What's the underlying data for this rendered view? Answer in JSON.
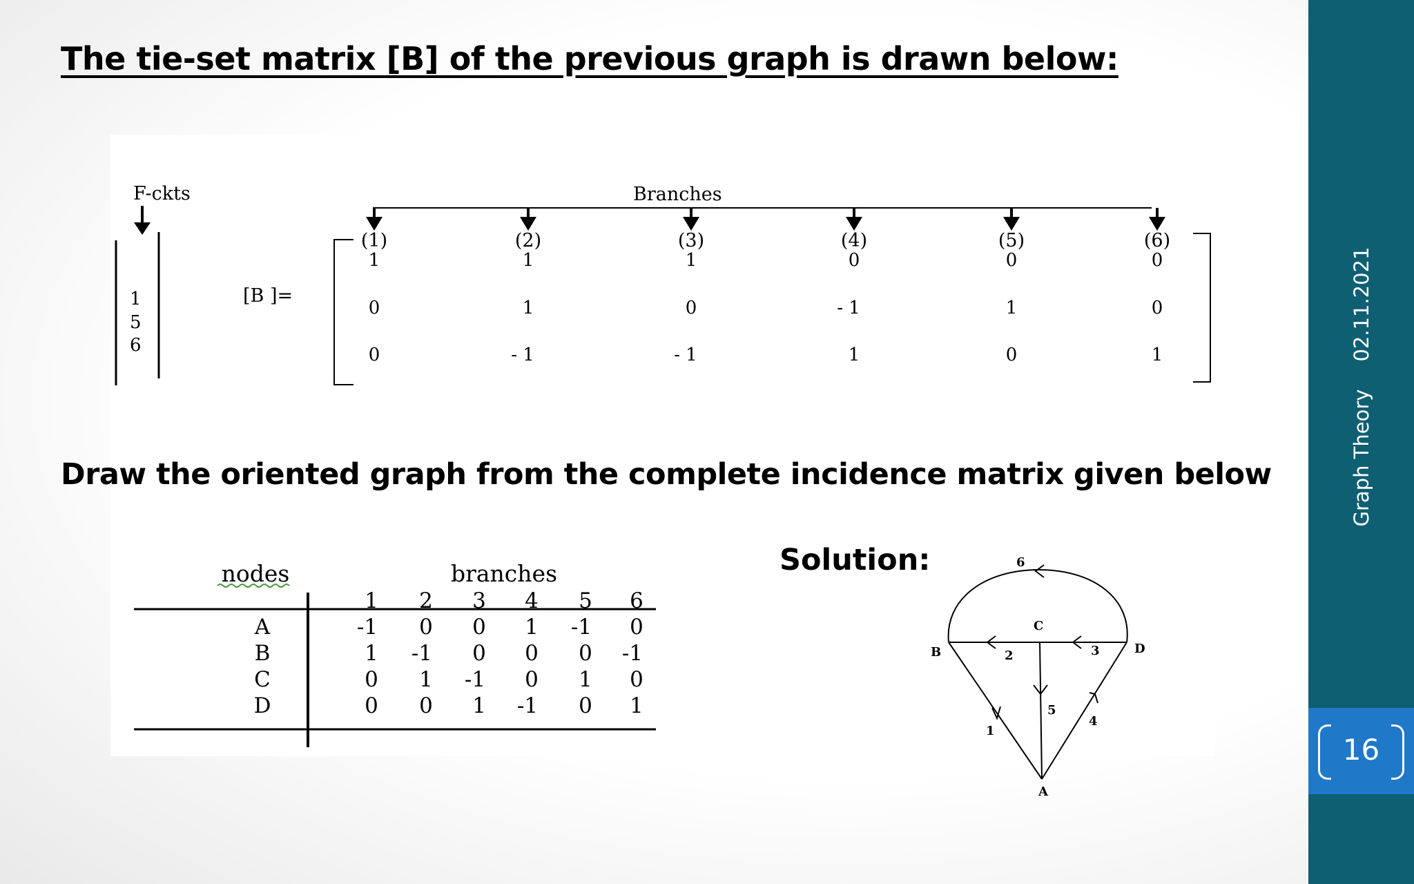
{
  "title": "The tie-set matrix [B] of the previous graph is drawn below:",
  "tieset": {
    "fckts_label": "F-ckts",
    "fckts": [
      "1",
      "5",
      "6"
    ],
    "branches_label": "Branches",
    "matrix_label": "[B ]=",
    "branch_headers": [
      "(1)",
      "(2)",
      "(3)",
      "(4)",
      "(5)",
      "(6)"
    ],
    "rows": [
      [
        "1",
        "1",
        "1",
        "0",
        "0",
        "0"
      ],
      [
        "0",
        "1",
        "0",
        "- 1",
        "1",
        "0"
      ],
      [
        "0",
        "- 1",
        "- 1",
        "1",
        "0",
        "1"
      ]
    ]
  },
  "prompt": "Draw the oriented graph from the complete incidence matrix given below",
  "incidence": {
    "nodes_label": "nodes",
    "branches_label": "branches",
    "col_headers": [
      "1",
      "2",
      "3",
      "4",
      "5",
      "6"
    ],
    "node_names": [
      "A",
      "B",
      "C",
      "D"
    ],
    "rows": [
      [
        "-1",
        "0",
        "0",
        "1",
        "-1",
        "0"
      ],
      [
        "1",
        "-1",
        "0",
        "0",
        "0",
        "-1"
      ],
      [
        "0",
        "1",
        "-1",
        "0",
        "1",
        "0"
      ],
      [
        "0",
        "0",
        "1",
        "-1",
        "0",
        "1"
      ]
    ]
  },
  "solution_label": "Solution:",
  "graph": {
    "node_labels": [
      "A",
      "B",
      "C",
      "D"
    ],
    "branch_labels": [
      "1",
      "2",
      "3",
      "4",
      "5",
      "6"
    ]
  },
  "sidebar": {
    "subject": "Graph Theory",
    "date": "02.11.2021",
    "page_number": "16"
  },
  "colors": {
    "sidebar": "#0f5f73",
    "page_box": "#1f78c8"
  }
}
